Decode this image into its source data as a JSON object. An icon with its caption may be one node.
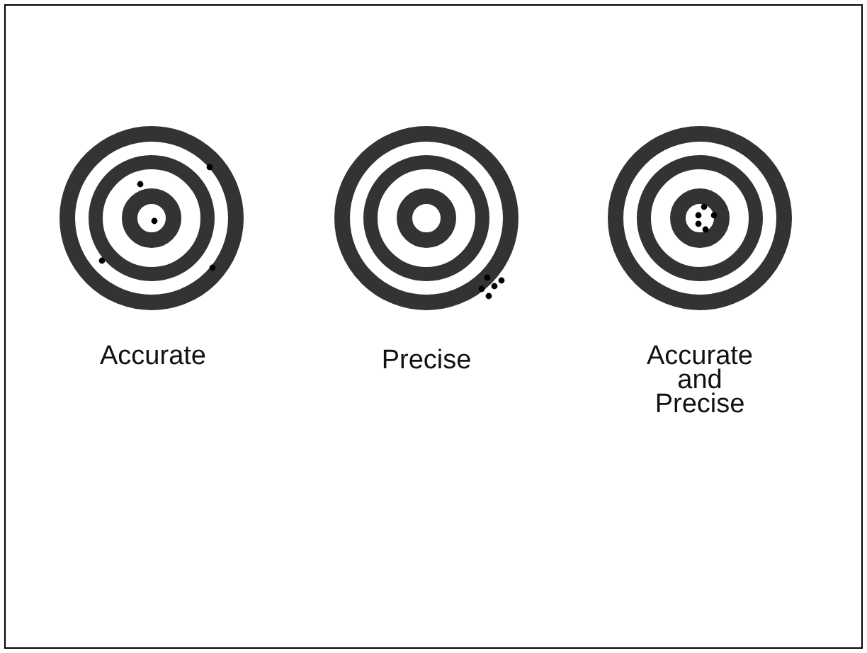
{
  "diagram": {
    "labels": [
      "Accurate",
      "Precise",
      "Accurate and Precise"
    ]
  }
}
